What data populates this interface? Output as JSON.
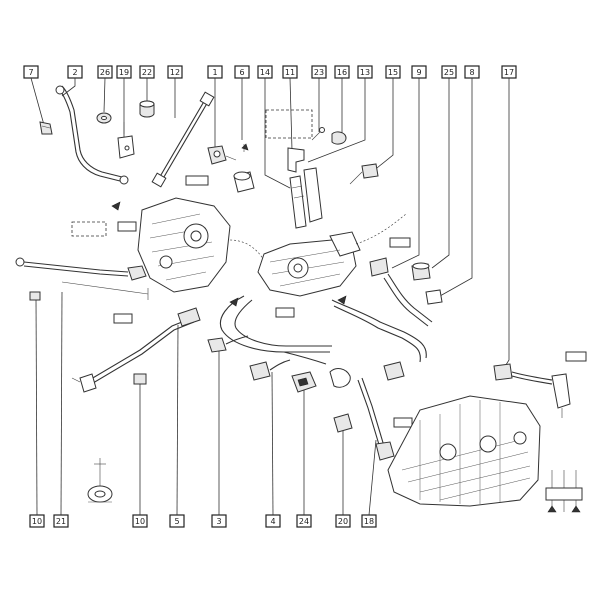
{
  "callouts_top": [
    "7",
    "2",
    "26",
    "19",
    "22",
    "12",
    "1",
    "6",
    "14",
    "11",
    "23",
    "16",
    "13",
    "15",
    "9",
    "25",
    "8",
    "17"
  ],
  "callouts_bottom": [
    "10",
    "21",
    "10",
    "5",
    "3",
    "4",
    "24",
    "20",
    "18"
  ]
}
